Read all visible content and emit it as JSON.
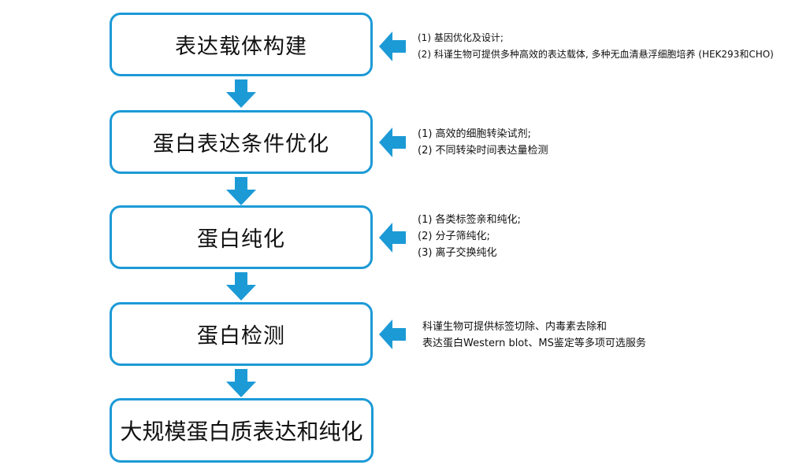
{
  "steps": [
    {
      "label": "表达载体构建"
    },
    {
      "label": "蛋白表达条件优化"
    },
    {
      "label": "蛋白纯化"
    },
    {
      "label": "蛋白检测"
    },
    {
      "label": "大规模蛋白质表达和纯化"
    }
  ],
  "notes": [
    {
      "lines": [
        "(1) 基因优化及设计;",
        "(2) 科谨生物可提供多种高效的表达载体, 多种无血清悬浮细胞培养 (HEK293和CHO)"
      ]
    },
    {
      "lines": [
        "(1) 高效的细胞转染试剂;",
        "(2) 不同转染时间表达量检测"
      ]
    },
    {
      "lines": [
        "(1) 各类标签亲和纯化;",
        "(2) 分子筛纯化;",
        "(3) 离子交换纯化"
      ]
    },
    {
      "lines": [
        "科谨生物可提供标签切除、内毒素去除和",
        "表达蛋白Western blot、MS鉴定等多项可选服务"
      ]
    }
  ],
  "colors": {
    "box_border": "#1c9ad6",
    "arrow_fill": "#1c9ad6",
    "text": "#111111"
  },
  "icons": {
    "down_arrow": "down-arrow-icon",
    "left_arrow": "left-arrow-icon"
  }
}
